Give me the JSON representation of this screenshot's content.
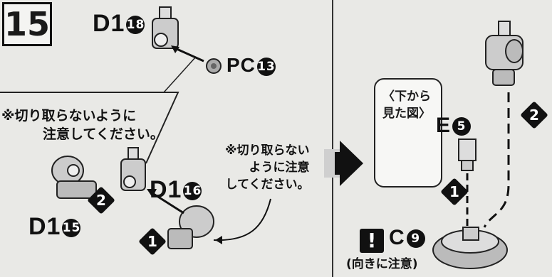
{
  "step": {
    "number": "15"
  },
  "parts": {
    "d1_18": {
      "code": "D1",
      "num": "18"
    },
    "pc_13": {
      "code": "PC",
      "num": "13"
    },
    "d1_16": {
      "code": "D1",
      "num": "16"
    },
    "d1_15": {
      "code": "D1",
      "num": "15"
    },
    "e_5": {
      "code": "E",
      "num": "5"
    },
    "c_9": {
      "code": "C",
      "num": "9"
    }
  },
  "notes": {
    "left_line1": "※切り取らないように",
    "left_line2": "注意してください。",
    "mid_line1": "※切り取らない",
    "mid_line2": "ように注意",
    "mid_line3": "してください。",
    "view_line1": "〈下から",
    "view_line2": "見た図〉",
    "orientation": "(向きに注意)"
  },
  "steps": {
    "one": "1",
    "two": "2"
  },
  "warning": {
    "mark": "!"
  },
  "colors": {
    "ink": "#111111",
    "paper": "#e9e9e6",
    "part_gray": "#bdbdbd"
  }
}
